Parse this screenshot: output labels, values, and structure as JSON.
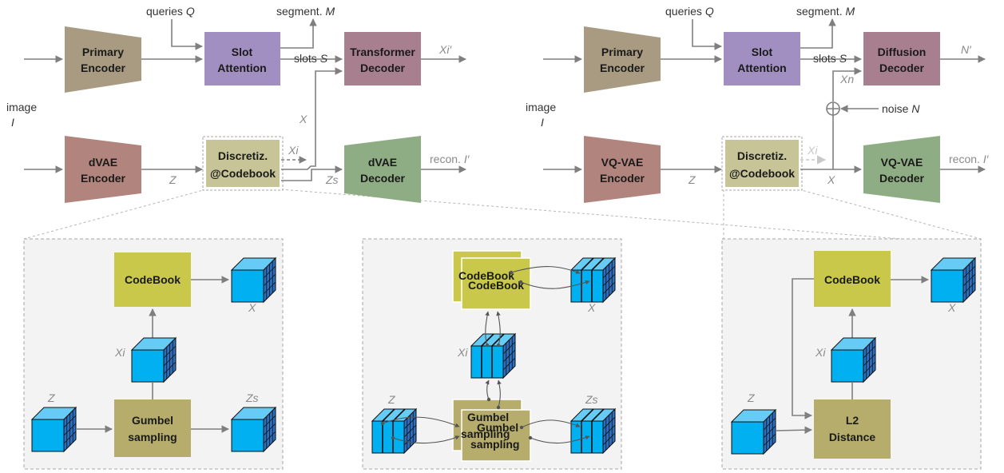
{
  "colors": {
    "primary_encoder": "#a89b81",
    "slot_attention": "#a08fc0",
    "transformer_decoder": "#a87f8e",
    "dvae_encoder": "#b1857e",
    "discretize": "#c7c498",
    "dvae_decoder": "#8fad84",
    "codebook": "#c9c84a",
    "gumbel": "#b6ad6c",
    "cube_face": "#00b0f0",
    "cube_top": "#66ccf5",
    "cube_side": "#2a6fc0"
  },
  "left": {
    "image": "image",
    "image_sym": "I",
    "primary_encoder": [
      "Primary",
      "Encoder"
    ],
    "slot_attention": [
      "Slot",
      "Attention"
    ],
    "queries": "queries",
    "queries_sym": "Q",
    "segment": "segment.",
    "segment_sym": "M",
    "slots": "slots",
    "slots_sym": "S",
    "decoder": [
      "Transformer",
      "Decoder"
    ],
    "out": "Xi′",
    "dvae_encoder": [
      "dVAE",
      "Encoder"
    ],
    "z": "Z",
    "discretize": [
      "Discretiz.",
      "@Codebook"
    ],
    "xi": "Xi",
    "x": "X",
    "zs": "Zs",
    "dvae_decoder": [
      "dVAE",
      "Decoder"
    ],
    "recon": "recon.",
    "recon_sym": "I′"
  },
  "right": {
    "image": "image",
    "image_sym": "I",
    "primary_encoder": [
      "Primary",
      "Encoder"
    ],
    "slot_attention": [
      "Slot",
      "Attention"
    ],
    "queries": "queries",
    "queries_sym": "Q",
    "segment": "segment.",
    "segment_sym": "M",
    "slots": "slots",
    "slots_sym": "S",
    "decoder": [
      "Diffusion",
      "Decoder"
    ],
    "out": "N′",
    "xn": "Xn",
    "noise": "noise",
    "noise_sym": "N",
    "vqvae_encoder": [
      "VQ-VAE",
      "Encoder"
    ],
    "z": "Z",
    "discretize": [
      "Discretiz.",
      "@Codebook"
    ],
    "xi": "Xi",
    "x": "X",
    "vqvae_decoder": [
      "VQ-VAE",
      "Decoder"
    ],
    "recon": "recon.",
    "recon_sym": "I′"
  },
  "panel1": {
    "codebook": "CodeBook",
    "gumbel": [
      "Gumbel",
      "sampling"
    ],
    "x": "X",
    "xi": "Xi",
    "z": "Z",
    "zs": "Zs"
  },
  "panel2": {
    "codebook": "CodeBook",
    "gumbel": [
      "Gumbel",
      "sampling"
    ],
    "x": "X",
    "xi": "Xi",
    "z": "Z",
    "zs": "Zs"
  },
  "panel3": {
    "codebook": "CodeBook",
    "l2": [
      "L2",
      "Distance"
    ],
    "x": "X",
    "xi": "Xi",
    "z": "Z"
  }
}
